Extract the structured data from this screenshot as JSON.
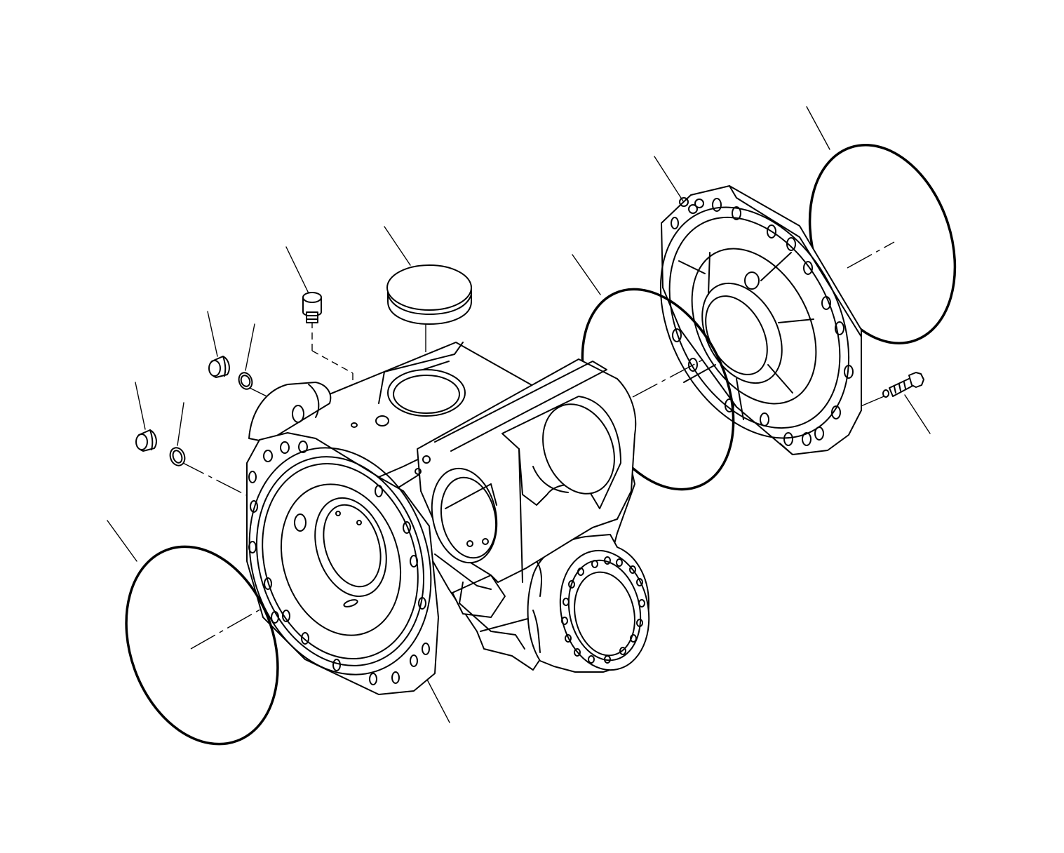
{
  "drawing": {
    "colors": {
      "line": "#000000",
      "background": "#ffffff"
    },
    "parts": [
      "o-ring-left",
      "plug-lower",
      "washer-lower",
      "plug-upper",
      "washer-upper",
      "breather",
      "cover-cap",
      "axle-housing",
      "o-ring-middle",
      "end-cover",
      "o-ring-right",
      "bolt"
    ]
  }
}
